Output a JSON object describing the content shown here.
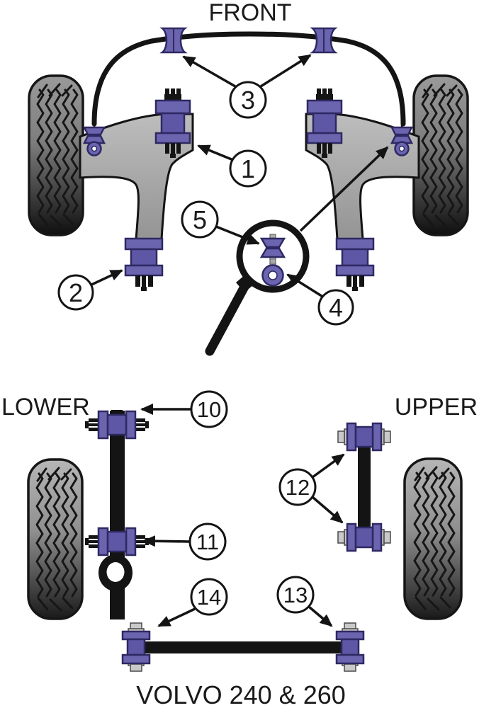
{
  "labels": {
    "front": "FRONT",
    "lower": "LOWER",
    "upper": "UPPER",
    "footer": "VOLVO 240 & 260"
  },
  "callouts": {
    "c1": "1",
    "c2": "2",
    "c3": "3",
    "c4": "4",
    "c5": "5",
    "c10": "10",
    "c11": "11",
    "c12": "12",
    "c13": "13",
    "c14": "14"
  },
  "colors": {
    "bushing_purple": "#6b64ae",
    "bushing_mid": "#5e57a5",
    "bushing_outline": "#2e2963",
    "arm_gray": "#ababab",
    "line_black": "#141414",
    "bolt_silver": "#c9c9c9"
  },
  "icons": {
    "magnifier": "magnifier-icon"
  }
}
